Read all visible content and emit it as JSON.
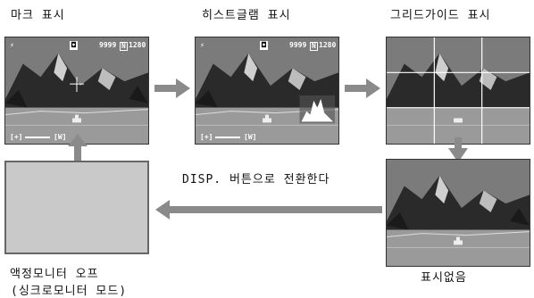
{
  "labels": {
    "mark": "마크 표시",
    "histogram": "히스트글램 표시",
    "grid": "그리드가이드 표시",
    "switch": "DISP. 버튼으로 전환한다",
    "none": "표시없음",
    "monitor_off_1": "액정모니터 오프",
    "monitor_off_2": "(싱크로모니터 모드)"
  },
  "overlay": {
    "remaining": "9999",
    "size": "N",
    "res": "1280",
    "exposure_left": "[+]",
    "exposure_right": "[W]"
  }
}
